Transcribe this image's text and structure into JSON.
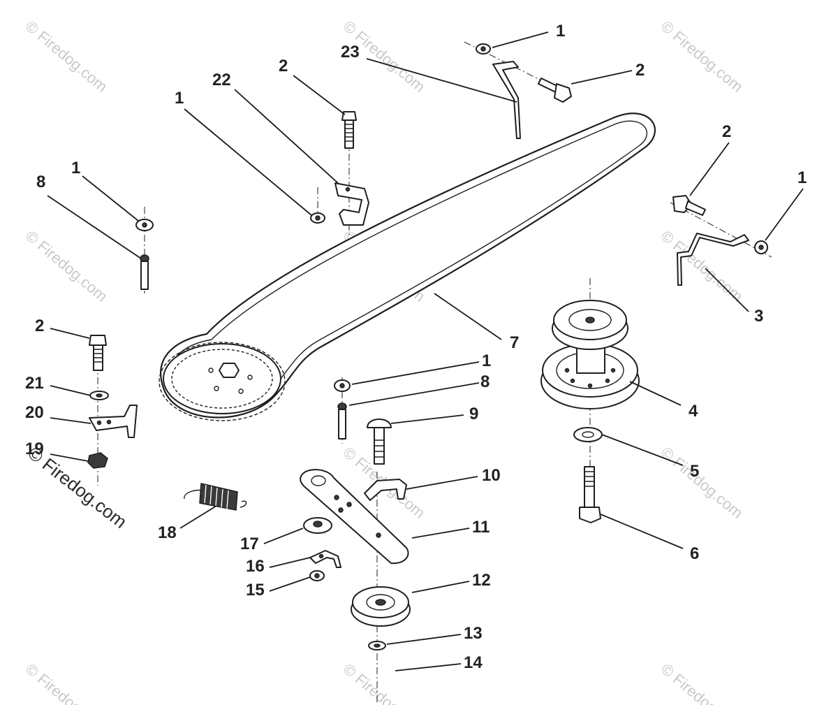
{
  "watermark": {
    "text": "© Firedog.com",
    "tile_text": "© Firedog.com"
  },
  "callouts": [
    {
      "id": "c1a",
      "label": "1"
    },
    {
      "id": "c23",
      "label": "23"
    },
    {
      "id": "c2a",
      "label": "2"
    },
    {
      "id": "c2b",
      "label": "2"
    },
    {
      "id": "c22",
      "label": "22"
    },
    {
      "id": "c1b",
      "label": "1"
    },
    {
      "id": "c2c",
      "label": "2"
    },
    {
      "id": "c1c",
      "label": "1"
    },
    {
      "id": "c1d",
      "label": "1"
    },
    {
      "id": "c8a",
      "label": "8"
    },
    {
      "id": "c3",
      "label": "3"
    },
    {
      "id": "c7",
      "label": "7"
    },
    {
      "id": "c2d",
      "label": "2"
    },
    {
      "id": "c1e",
      "label": "1"
    },
    {
      "id": "c8b",
      "label": "8"
    },
    {
      "id": "c21",
      "label": "21"
    },
    {
      "id": "c4",
      "label": "4"
    },
    {
      "id": "c20",
      "label": "20"
    },
    {
      "id": "c9",
      "label": "9"
    },
    {
      "id": "c19",
      "label": "19"
    },
    {
      "id": "c5",
      "label": "5"
    },
    {
      "id": "c10",
      "label": "10"
    },
    {
      "id": "c11",
      "label": "11"
    },
    {
      "id": "c18",
      "label": "18"
    },
    {
      "id": "c17",
      "label": "17"
    },
    {
      "id": "c6",
      "label": "6"
    },
    {
      "id": "c16",
      "label": "16"
    },
    {
      "id": "c12",
      "label": "12"
    },
    {
      "id": "c15",
      "label": "15"
    },
    {
      "id": "c13",
      "label": "13"
    },
    {
      "id": "c14",
      "label": "14"
    }
  ]
}
